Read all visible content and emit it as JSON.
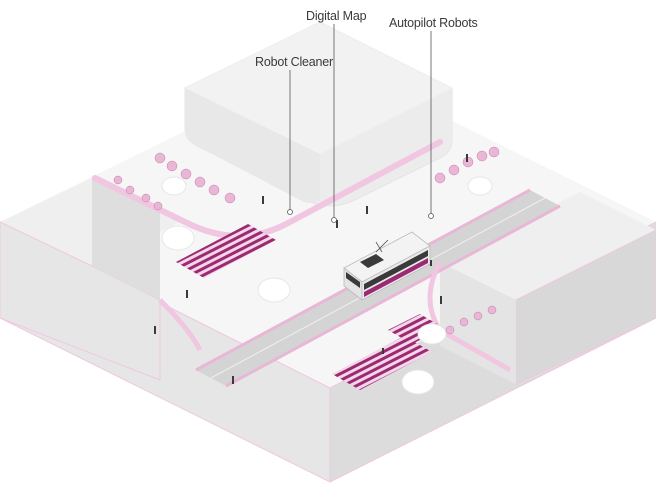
{
  "callouts": {
    "digital_map": "Digital Map",
    "autopilot_robots": "Autopilot Robots",
    "robot_cleaner": "Robot Cleaner"
  },
  "colors": {
    "accent": "#9b2a73",
    "accent_light": "#e9b7d6",
    "building_top": "#ededed",
    "building_side": "#e2e2e2",
    "ground": "#f5f5f5",
    "road": "#cfcfcf",
    "outline": "#f0c6e0"
  }
}
